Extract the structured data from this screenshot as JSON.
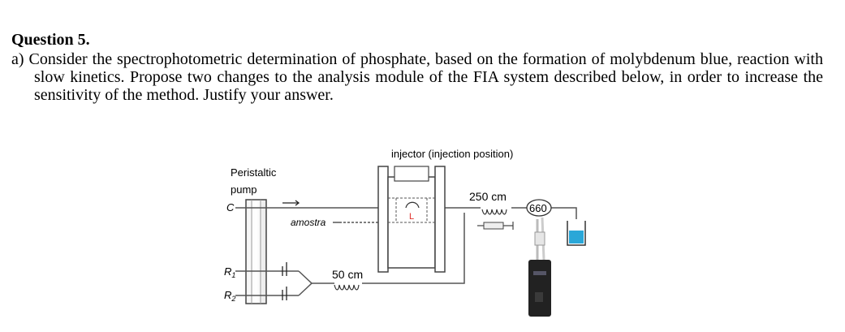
{
  "question": {
    "title": "Question 5.",
    "text": "a) Consider the spectrophotometric determination of phosphate, based on the formation of molybdenum blue, reaction with slow kinetics. Propose two changes to the analysis module of the FIA system described below, in order to increase the sensitivity of the method. Justify your answer."
  },
  "diagram": {
    "injector_label": "injector (injection position)",
    "pump_label_line1": "Peristaltic",
    "pump_label_line2": "pump",
    "carrier_label": "C",
    "sample_label": "amostra",
    "reagent1_label": "R",
    "reagent1_sub": "1",
    "reagent2_label": "R",
    "reagent2_sub": "2",
    "loop_label": "L",
    "coil1_length": "50 cm",
    "coil2_length": "250 cm",
    "detector_wavelength": "660",
    "colors": {
      "tubing": "#555555",
      "loop_label": "#e0302a",
      "waste_liquid": "#2aa7d8",
      "device_dark": "#222222"
    }
  }
}
